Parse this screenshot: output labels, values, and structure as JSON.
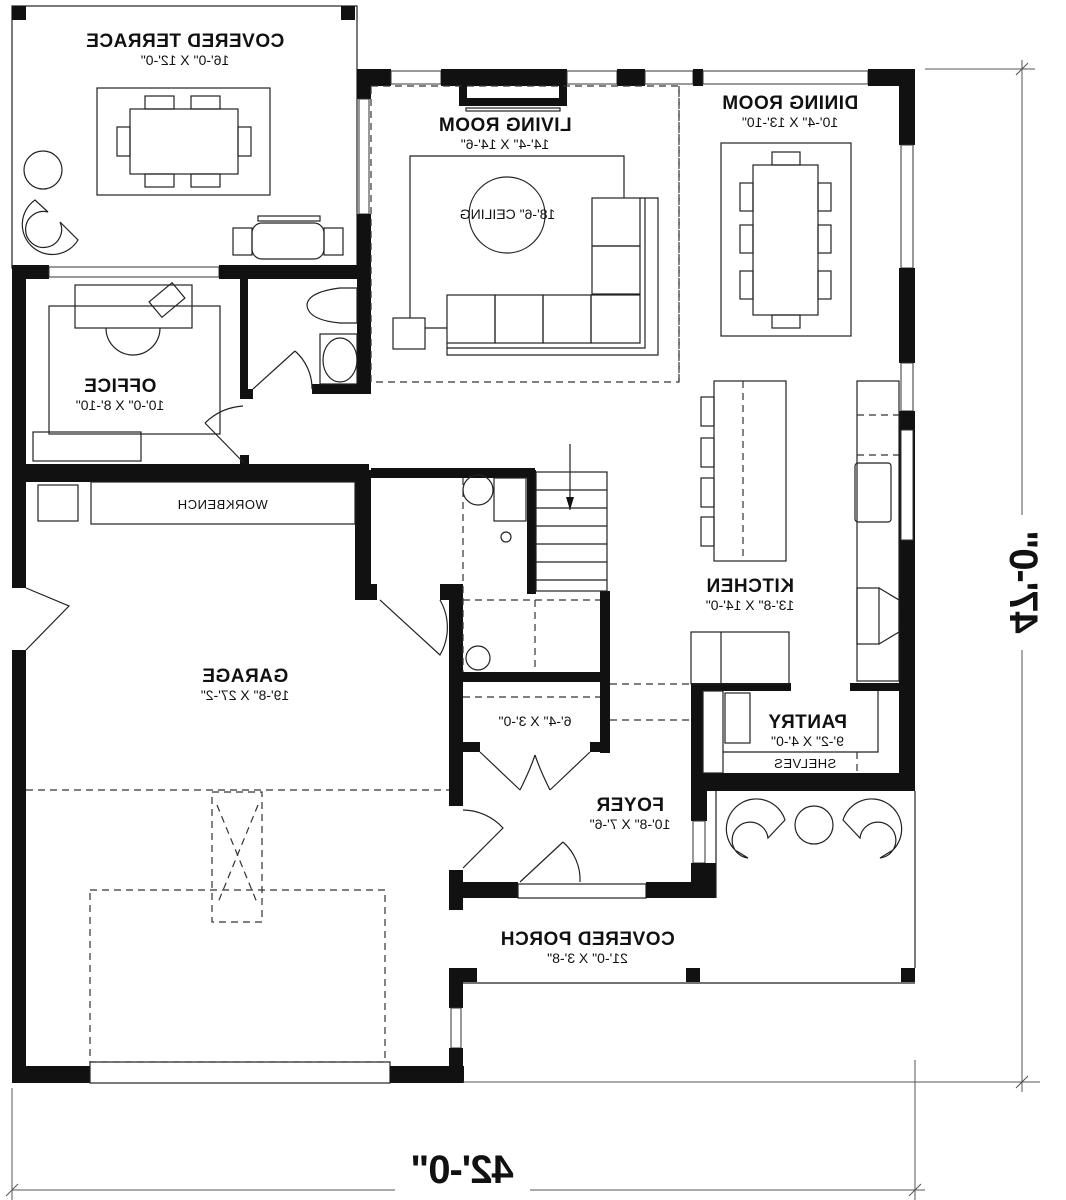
{
  "plan": {
    "overall_width": "42'-0\"",
    "overall_depth": "47'-0\"",
    "mirrored": true
  },
  "rooms": {
    "covered_terrace": {
      "name": "COVERED TERRACE",
      "size": "16'-0\" X 12'-0\""
    },
    "living_room": {
      "name": "LIVING ROOM",
      "size": "14'-4\" X 14'-6\"",
      "note": "18'-6\" CEILING"
    },
    "dining_room": {
      "name": "DINING ROOM",
      "size": "10'-4\" X 13'-10\""
    },
    "office": {
      "name": "OFFICE",
      "size": "10'-0\" X 8'-10\""
    },
    "kitchen": {
      "name": "KITCHEN",
      "size": "13'-8\" X 14'-0\""
    },
    "pantry": {
      "name": "PANTRY",
      "size": "9'-2\" X 4'-0\"",
      "note": "SHELVES"
    },
    "garage": {
      "name": "GARAGE",
      "size": "19'-8\" X 27'-2\"",
      "note": "WORKBENCH"
    },
    "closet": {
      "size": "6'-4\" X 3'-0\""
    },
    "foyer": {
      "name": "FOYER",
      "size": "10'-8\" X 7'-6\""
    },
    "covered_porch": {
      "name": "COVERED PORCH",
      "size": "21'-0\" X 3'-8\""
    }
  }
}
